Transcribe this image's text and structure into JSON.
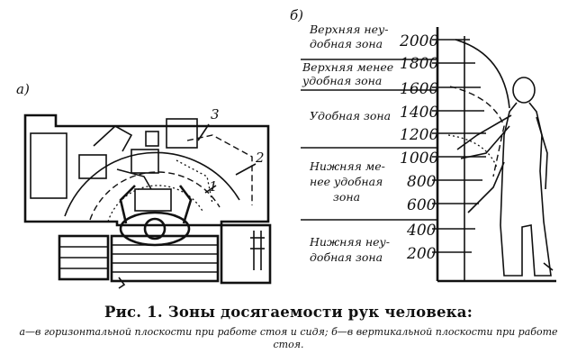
{
  "panel_a": {
    "label": "а)",
    "callouts": [
      "1",
      "2",
      "3"
    ]
  },
  "panel_b": {
    "label": "б)",
    "scale": [
      "2000",
      "1800",
      "1600",
      "1400",
      "1200",
      "1000",
      "800",
      "600",
      "400",
      "200"
    ],
    "zones": [
      {
        "lines": [
          "Верхняя неу-",
          "добная зона"
        ]
      },
      {
        "lines": [
          "Верхняя менее",
          "удобная зона"
        ]
      },
      {
        "lines": [
          "Удобная зона"
        ]
      },
      {
        "lines": [
          "Нижняя ме-",
          "нее удобная",
          "зона"
        ]
      },
      {
        "lines": [
          "Нижняя неу-",
          "добная зона"
        ]
      }
    ]
  },
  "caption": {
    "title": "Рис. 1. Зоны досягаемости рук человека:",
    "body": "а—в горизонтальной плоскости при работе стоя и сидя; б—в вертикальной плоскости при работе стоя."
  }
}
